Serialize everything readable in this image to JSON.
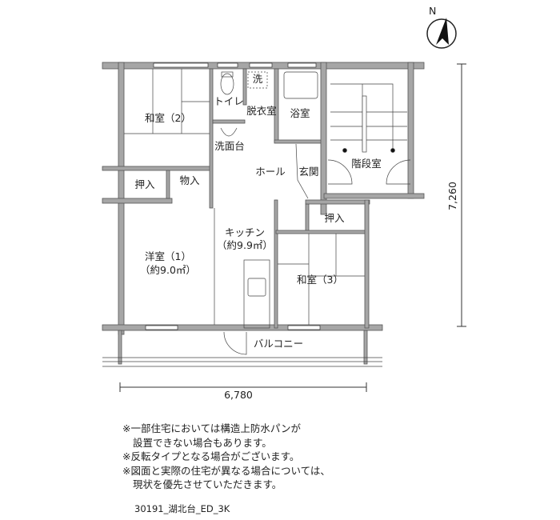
{
  "compass": {
    "label": "N"
  },
  "rooms": {
    "washitsu2": "和室（2）",
    "toilet": "トイレ",
    "dressing": "脱衣室",
    "washer": "洗",
    "bath": "浴室",
    "washbasin": "洗面台",
    "hall": "ホール",
    "entrance": "玄関",
    "stairwell": "階段室",
    "oshiire1": "押入",
    "monoire": "物入",
    "oshiire2": "押入",
    "kitchen": "キッチン",
    "kitchen_area": "（約9.9㎡）",
    "youshitsu1": "洋室（1）",
    "youshitsu1_area": "（約9.0㎡）",
    "washitsu3": "和室（3）",
    "balcony": "バルコニー"
  },
  "dimensions": {
    "width": "6,780",
    "depth": "7,260"
  },
  "notes": [
    "※一部住宅においては構造上防水パンが",
    "設置できない場合もあります。",
    "※反転タイプとなる場合がございます。",
    "※図面と実際の住宅が異なる場合については、",
    "現状を優先させていただきます。"
  ],
  "plan_code": "30191_湖北台_ED_3K"
}
